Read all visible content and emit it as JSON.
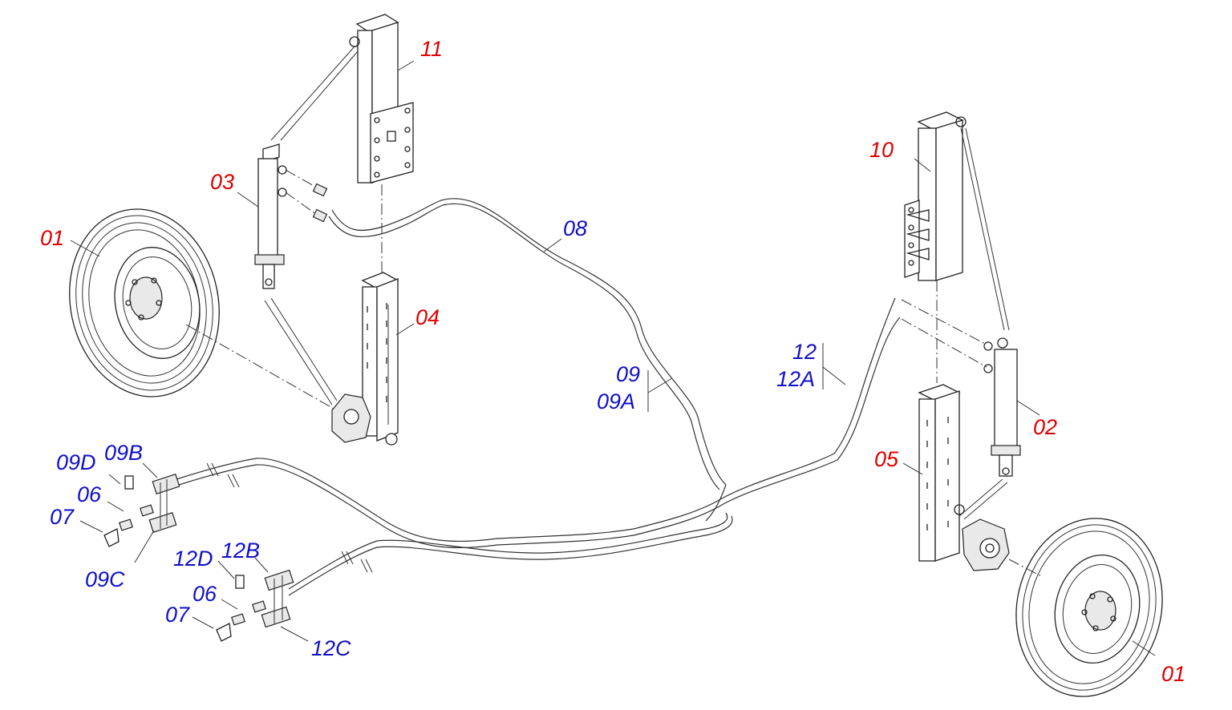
{
  "labels": {
    "l01_left": "01",
    "l01_right": "01",
    "l02": "02",
    "l03": "03",
    "l04": "04",
    "l05": "05",
    "l06_top": "06",
    "l06_bottom": "06",
    "l07_top": "07",
    "l07_bottom": "07",
    "l08": "08",
    "l09": "09",
    "l09A": "09A",
    "l09B": "09B",
    "l09C": "09C",
    "l09D": "09D",
    "l10": "10",
    "l11": "11",
    "l12": "12",
    "l12A": "12A",
    "l12B": "12B",
    "l12C": "12C",
    "l12D": "12D"
  },
  "colors": {
    "primary_parts": "#e00000",
    "secondary_parts": "#1010c8",
    "lines": "#222222"
  }
}
